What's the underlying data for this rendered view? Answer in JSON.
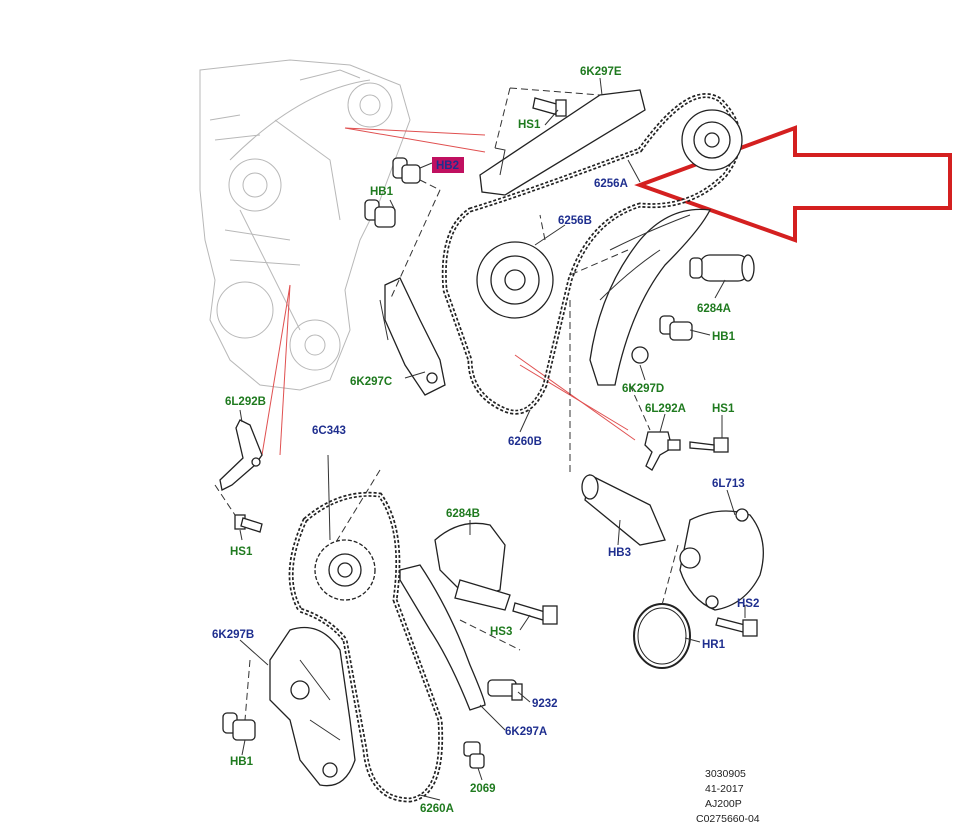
{
  "colors": {
    "green_label": "#1f7a1f",
    "blue_label": "#1f2f8f",
    "arrow": "#d42020",
    "highlight_box": "#c01060"
  },
  "labels": {
    "6K297E": "6K297E",
    "HS1_top": "HS1",
    "HB2": "HB2",
    "6256A": "6256A",
    "HB1_left": "HB1",
    "6256B": "6256B",
    "6284A": "6284A",
    "HB1_right": "HB1",
    "6K297C": "6K297C",
    "6K297D": "6K297D",
    "6L292B": "6L292B",
    "6L292A": "6L292A",
    "HS1_mid": "HS1",
    "6C343": "6C343",
    "6260B": "6260B",
    "6L713": "6L713",
    "6284B": "6284B",
    "HB3": "HB3",
    "HS1_lower": "HS1",
    "HS3": "HS3",
    "HS2": "HS2",
    "6K297B": "6K297B",
    "HR1": "HR1",
    "9232": "9232",
    "6K297A": "6K297A",
    "HB1_bottom": "HB1",
    "2069": "2069",
    "6260A": "6260A"
  },
  "footer": {
    "line1": "3030905",
    "line2": "41-2017",
    "line3": "AJ200P",
    "line4": "C0275660-04"
  }
}
